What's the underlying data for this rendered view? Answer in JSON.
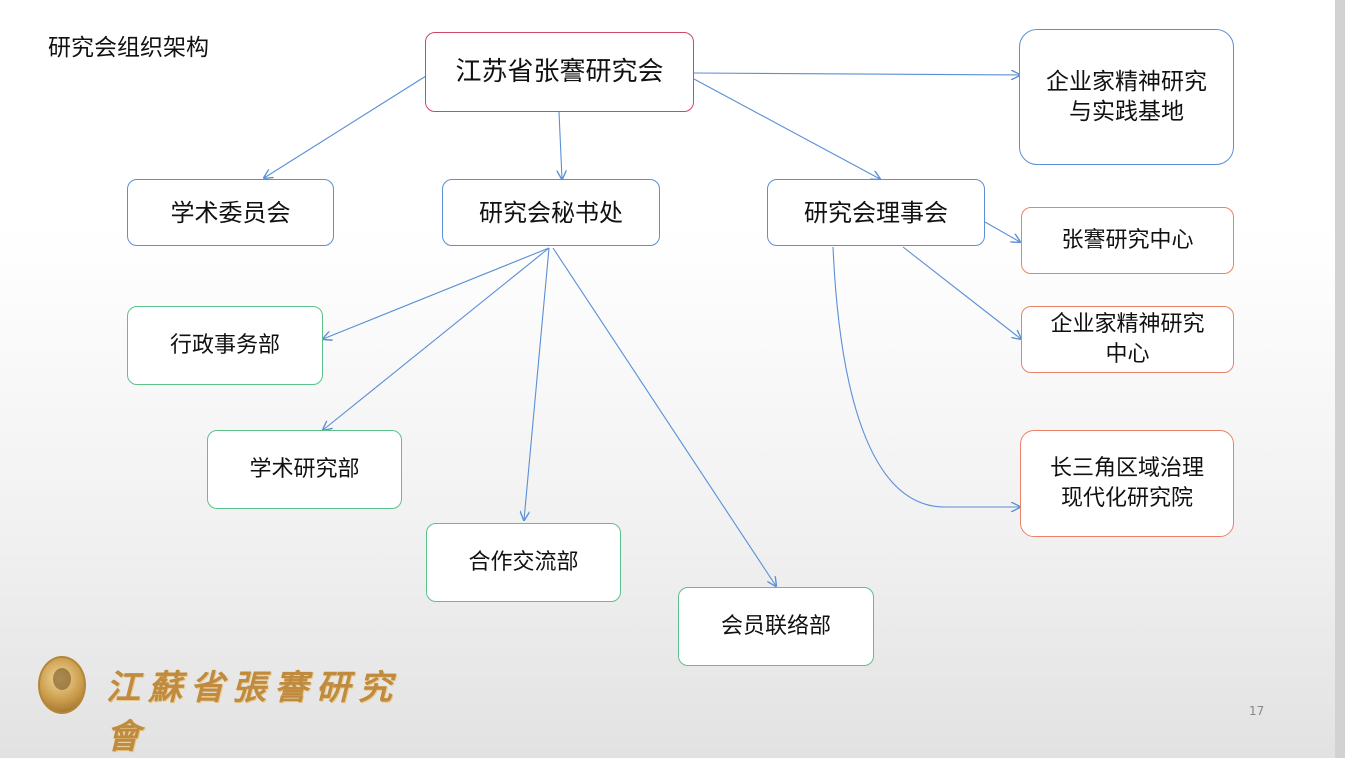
{
  "slide_title": "研究会组织架构",
  "page_number": "17",
  "logo_text": "江蘇省張謇研究會",
  "nodes": {
    "root": "江苏省张謇研究会",
    "academic_committee": "学术委员会",
    "secretariat": "研究会秘书处",
    "council": "研究会理事会",
    "practice_base": "企业家精神研究\n与实践基地",
    "zhangjian_center": "张謇研究中心",
    "entrepreneur_center": "企业家精神研究\n中心",
    "yrd_institute": "长三角区域治理\n现代化研究院",
    "admin_dept": "行政事务部",
    "research_dept": "学术研究部",
    "coop_dept": "合作交流部",
    "member_dept": "会员联络部"
  },
  "colors": {
    "root_border": "#d3456a",
    "level1_border": "#5b8fd6",
    "dept_border": "#5cc28a",
    "center_border": "#e8836a",
    "arrow": "#5b8fd6"
  }
}
